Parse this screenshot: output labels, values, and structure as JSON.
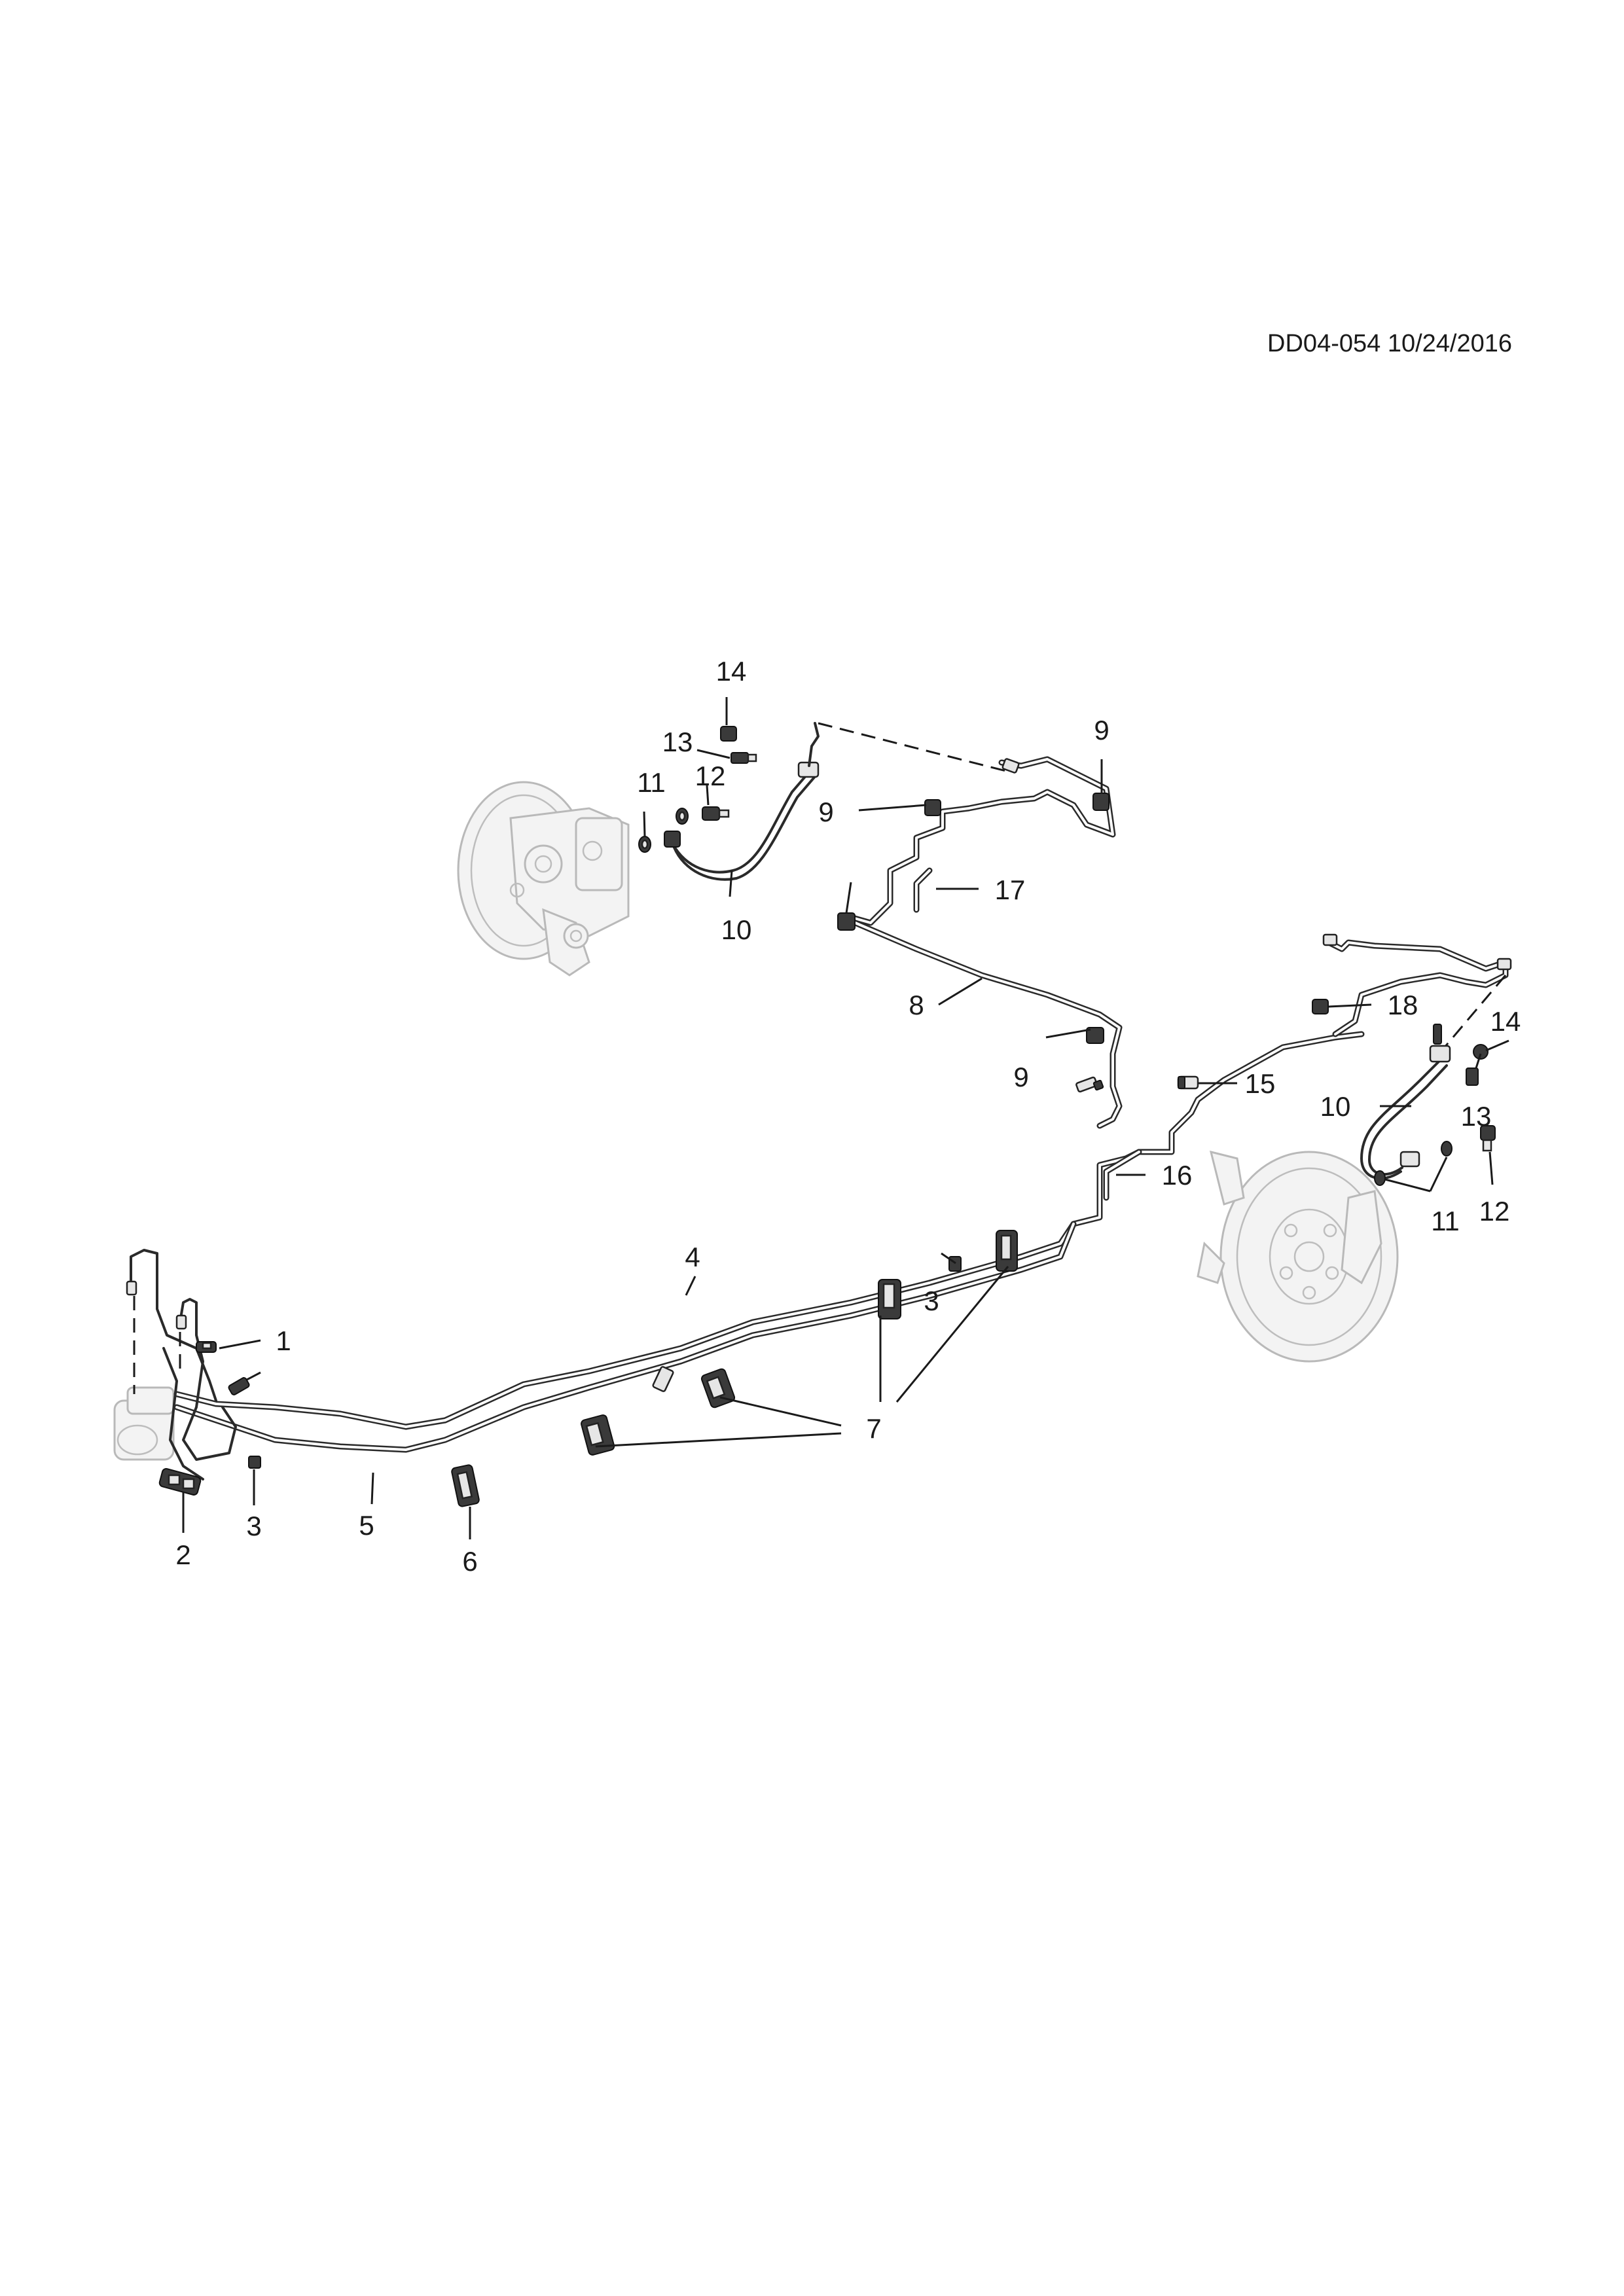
{
  "document_id": "DD04-054 10/24/2016",
  "callouts": {
    "c1": "1",
    "c2": "2",
    "c3a": "3",
    "c3b": "3",
    "c4": "4",
    "c5": "5",
    "c6": "6",
    "c7": "7",
    "c8": "8",
    "c9a": "9",
    "c9b": "9",
    "c9c": "9",
    "c10a": "10",
    "c10b": "10",
    "c11a": "11",
    "c11b": "11",
    "c12a": "12",
    "c12b": "12",
    "c13a": "13",
    "c13b": "13",
    "c14a": "14",
    "c14b": "14",
    "c15": "15",
    "c16": "16",
    "c17": "17",
    "c18": "18"
  }
}
